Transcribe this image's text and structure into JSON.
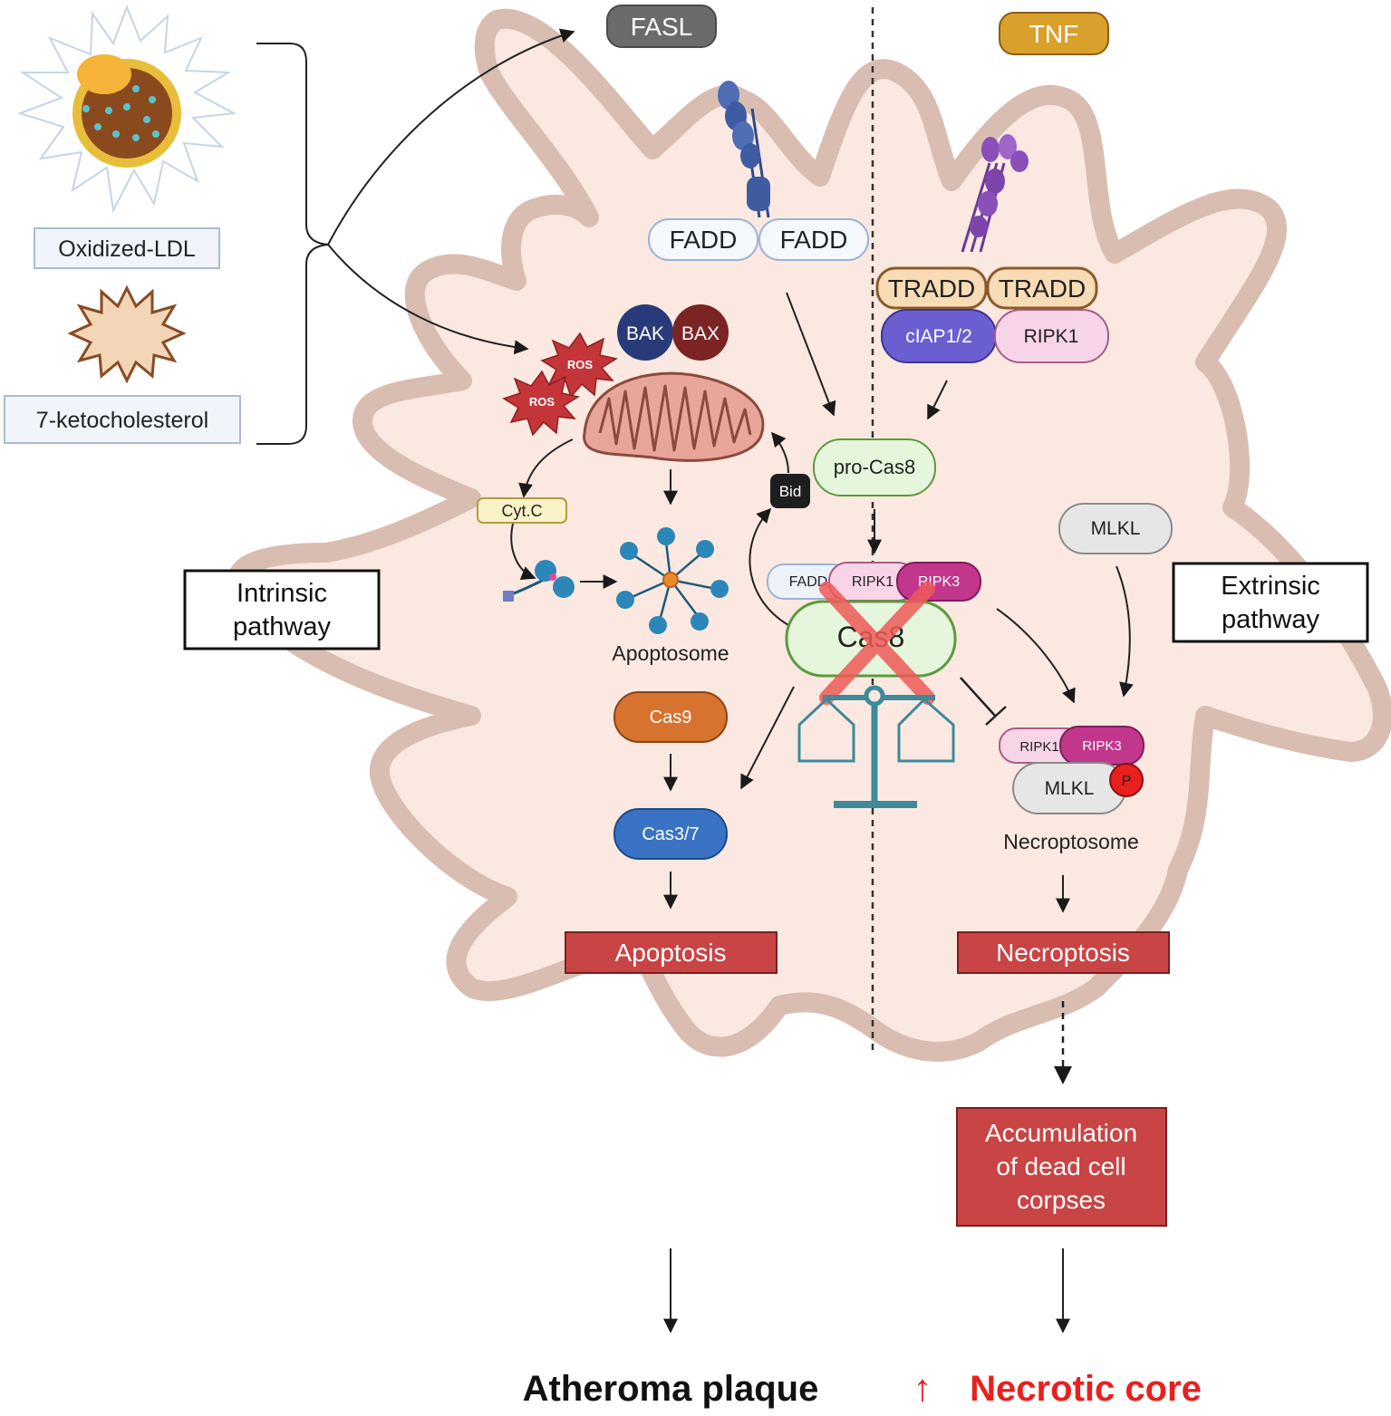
{
  "ligands": {
    "fasl": "FASL",
    "tnf": "TNF"
  },
  "inducers": {
    "oxldl": "Oxidized-LDL",
    "keto": "7-ketocholesterol"
  },
  "pathways": {
    "intrinsic": [
      "Intrinsic",
      "pathway"
    ],
    "extrinsic": [
      "Extrinsic",
      "pathway"
    ]
  },
  "proteins": {
    "fadd": "FADD",
    "tradd": "TRADD",
    "ciap": "cIAP1/2",
    "ripk1": "RIPK1",
    "ripk3": "RIPK3",
    "bak": "BAK",
    "bax": "BAX",
    "ros": "ROS",
    "cytc": "Cyt.C",
    "bid": "Bid",
    "procas8": "pro-Cas8",
    "cas8": "Cas8",
    "mlkl": "MLKL",
    "phospho": "P",
    "cas9": "Cas9",
    "cas37": "Cas3/7"
  },
  "complexes": {
    "apoptosome": "Apoptosome",
    "necroptosome": "Necroptosome"
  },
  "outcomes": {
    "apoptosis": "Apoptosis",
    "necroptosis": "Necroptosis",
    "accumulation": [
      "Accumulation",
      "of dead cell",
      "corpses"
    ],
    "atheroma": "Atheroma plaque",
    "necrotic_arrow": "↑",
    "necrotic": "Necrotic core"
  },
  "colors": {
    "cell_fill": "#fbe9e1",
    "cell_outline": "#d9bdb1",
    "outcome_red": "#c94444",
    "necrotic_red": "#e8201e"
  }
}
